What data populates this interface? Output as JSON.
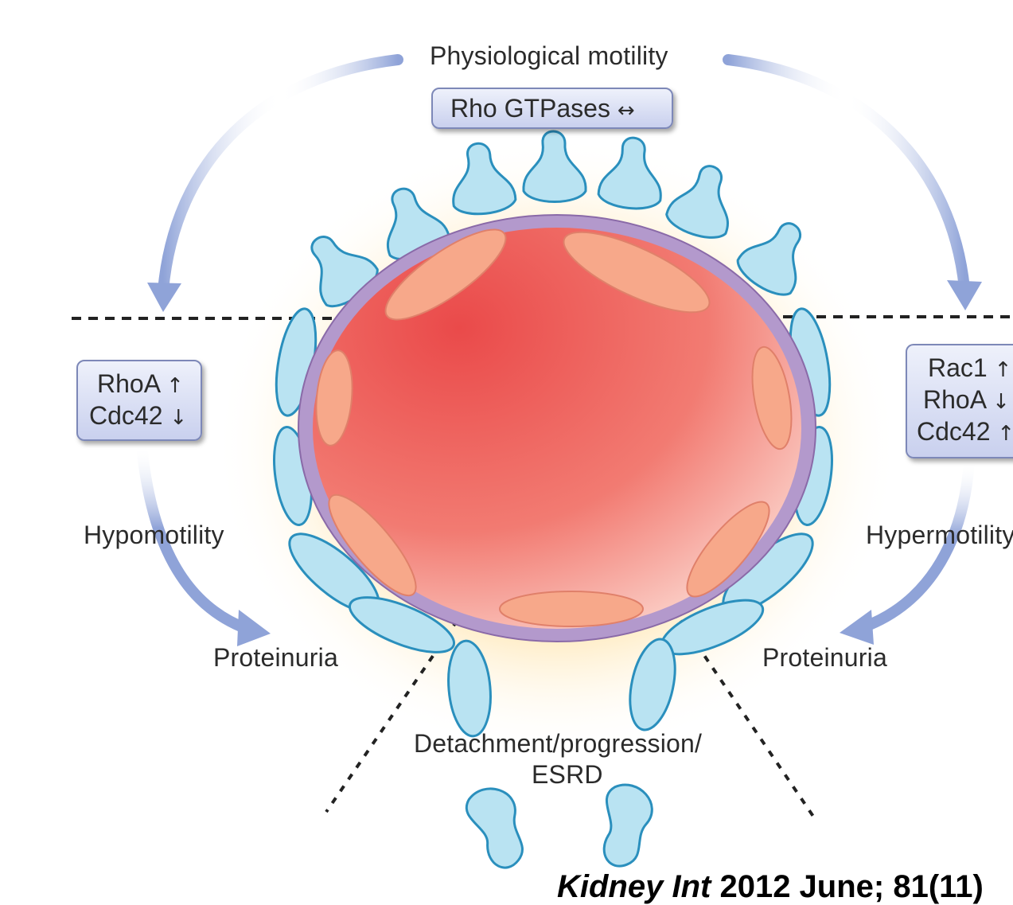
{
  "top": {
    "title": "Physiological motility",
    "box_label": "Rho GTPases",
    "box_arrow": "↔"
  },
  "left": {
    "box": [
      {
        "name": "RhoA",
        "arrow": "↑"
      },
      {
        "name": "Cdc42",
        "arrow": "↓"
      }
    ],
    "state": "Hypomotility",
    "outcome": "Proteinuria"
  },
  "right": {
    "box": [
      {
        "name": "Rac1",
        "arrow": "↑"
      },
      {
        "name": "RhoA",
        "arrow": "↓"
      },
      {
        "name": "Cdc42",
        "arrow": "↑"
      }
    ],
    "state": "Hypermotility",
    "outcome": "Proteinuria"
  },
  "bottom": {
    "line1": "Detachment/progression/",
    "line2": "ESRD"
  },
  "citation": {
    "journal": "Kidney Int",
    "rest": " 2012 June; 81(11)"
  },
  "colors": {
    "capillary": "#e8514f",
    "membrane": "#b399cc",
    "podocyte": "#b9e3f2",
    "podocyte_edge": "#2a8fbd",
    "arrow": "#8fa3d8",
    "glow": "#ffd27a",
    "endothelium": "#f7a88a"
  }
}
